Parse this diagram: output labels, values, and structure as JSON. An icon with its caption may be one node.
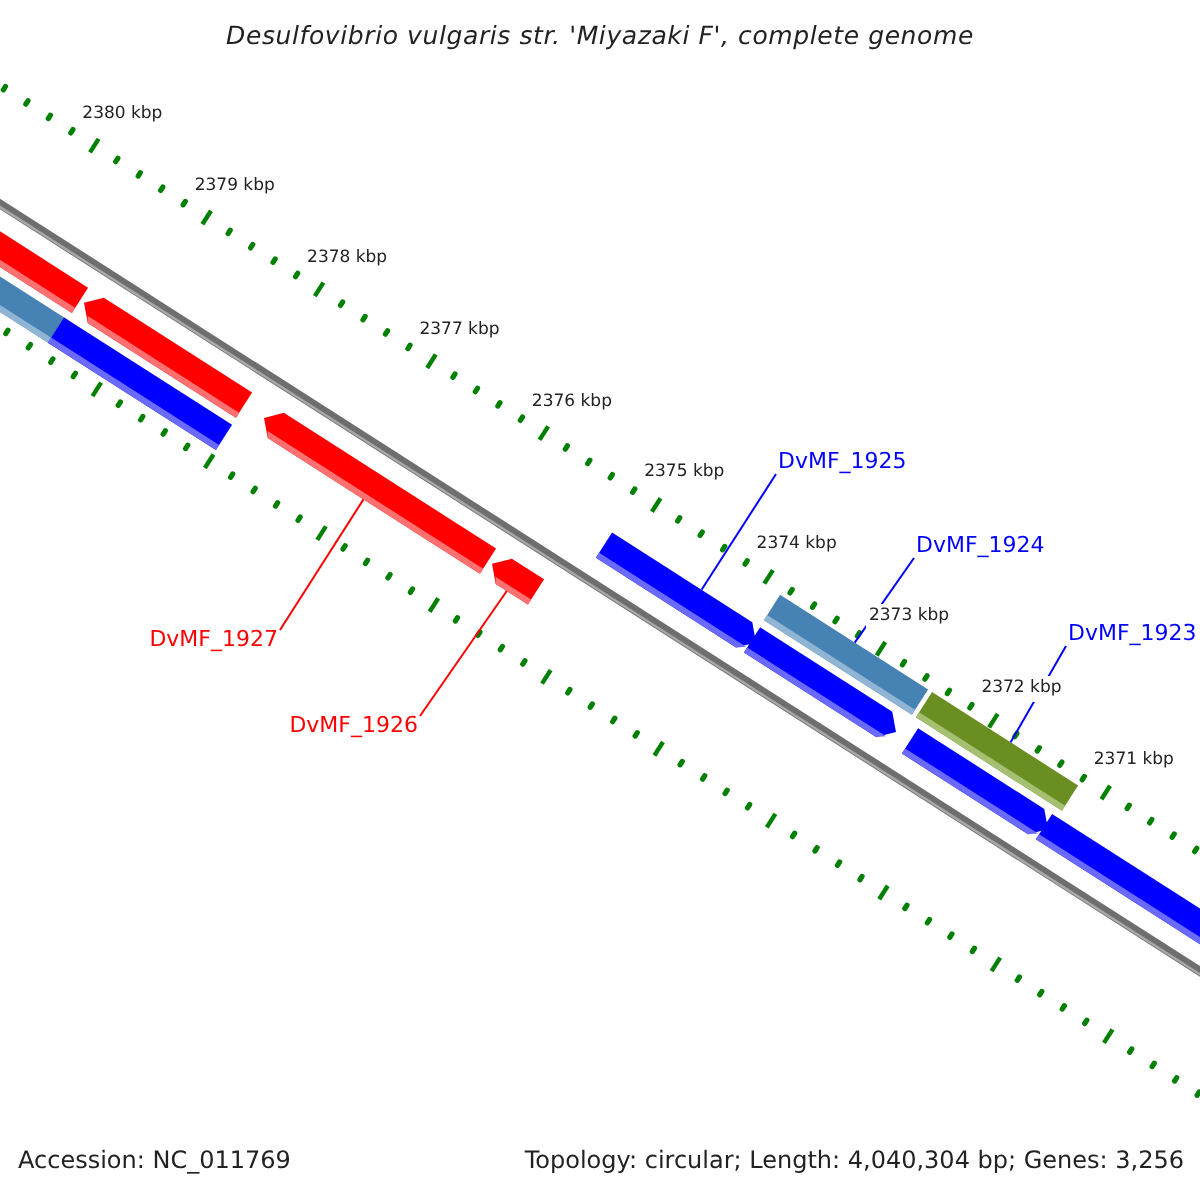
{
  "diagram": {
    "title": "Desulfovibrio vulgaris str. 'Miyazaki F', complete genome",
    "nodes": [
      {
        "text": [],
        "shape": "pentagon"
      },
      {
        "text": [],
        "shape": "bar"
      },
      {
        "text": [],
        "shape": "pentagon"
      },
      {
        "text": [],
        "shape": "bar"
      },
      {
        "text": [],
        "shape": "pentagon"
      },
      {
        "text": [],
        "shape": "pentagon"
      },
      {
        "text": [],
        "shape": "pentagon"
      },
      {
        "text": [],
        "shape": "bar"
      },
      {
        "text": [],
        "shape": "pentagon"
      },
      {
        "text": [],
        "shape": "bar"
      },
      {
        "text": [],
        "shape": "pentagon"
      },
      {
        "text": [],
        "shape": "pentagon"
      },
      {
        "text": [
          "DvMF_1925"
        ]
      },
      {
        "text": [
          "DvMF_1924"
        ]
      },
      {
        "text": [
          "DvMF_1923"
        ]
      },
      {
        "text": [
          "DvMF_1927"
        ]
      },
      {
        "text": [
          "DvMF_1926"
        ]
      }
    ],
    "edges": [
      {
        "from": 12,
        "to": 6,
        "arrow": "none"
      },
      {
        "from": 13,
        "to": 7,
        "arrow": "none"
      },
      {
        "from": 14,
        "to": 9,
        "arrow": "none"
      },
      {
        "from": 15,
        "to": 4,
        "arrow": "none",
        "color": "#ff0000"
      },
      {
        "from": 16,
        "to": 5,
        "arrow": "none",
        "color": "#ff0000"
      }
    ],
    "labels": [
      "2380 kbp",
      "2379 kbp",
      "2378 kbp",
      "2377 kbp",
      "2376 kbp",
      "2375 kbp",
      "2374 kbp",
      "2373 kbp",
      "2372 kbp",
      "2371 kbp",
      "Accession: NC_011769",
      "Topology: circular; Length: 4,040,304 bp; Genes: 3,256"
    ]
  }
}
